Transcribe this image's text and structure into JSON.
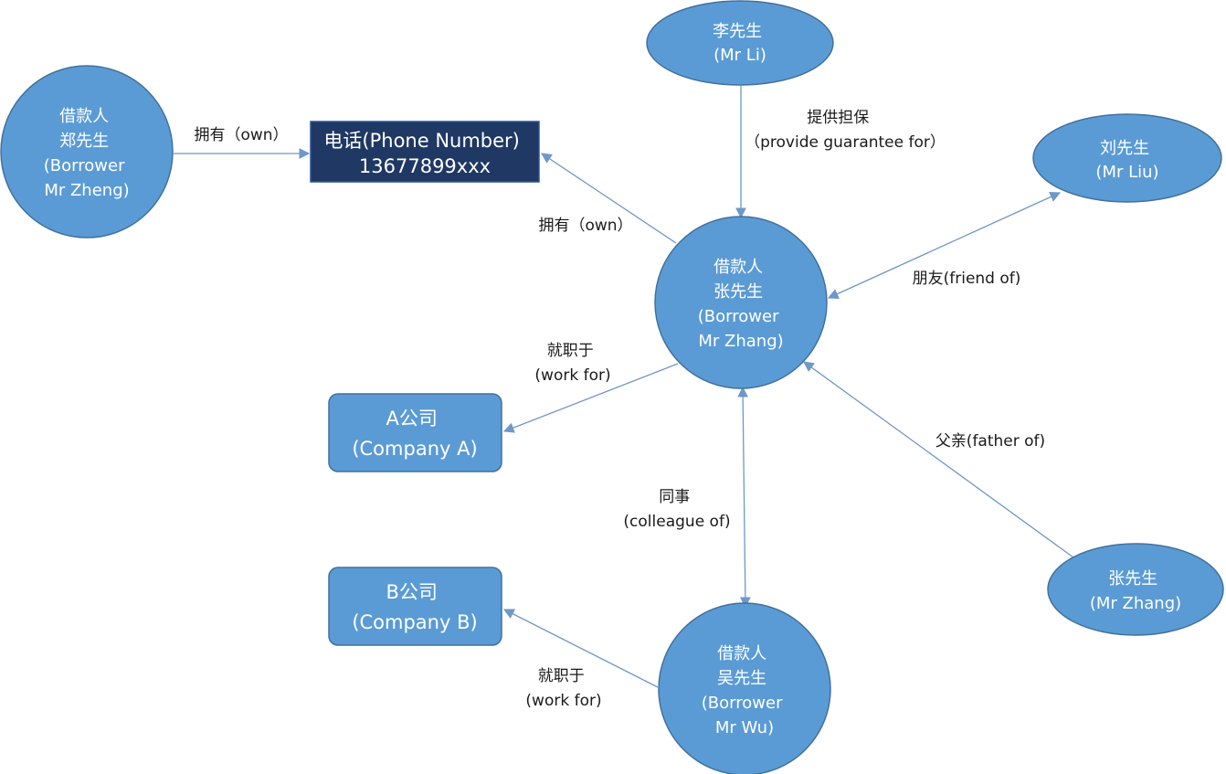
{
  "colors": {
    "node_fill": "#5b9bd5",
    "node_stroke": "#41719c",
    "phone_fill": "#1f3864",
    "phone_stroke": "#2f5597",
    "edge": "#6f97c7",
    "node_text": "#ffffff",
    "edge_text": "#1a1a1a"
  },
  "nodes": {
    "borrower_zheng": {
      "lines": [
        "借款人",
        "郑先生",
        "(Borrower",
        "Mr Zheng)"
      ]
    },
    "phone": {
      "lines": [
        "电话(Phone Number)",
        "13677899xxx"
      ]
    },
    "mr_li": {
      "lines": [
        "李先生",
        "(Mr Li)"
      ]
    },
    "mr_liu": {
      "lines": [
        "刘先生",
        "(Mr Liu)"
      ]
    },
    "borrower_zhang": {
      "lines": [
        "借款人",
        "张先生",
        "(Borrower",
        "Mr Zhang)"
      ]
    },
    "company_a": {
      "lines": [
        "A公司",
        "(Company A)"
      ]
    },
    "company_b": {
      "lines": [
        "B公司",
        "(Company B)"
      ]
    },
    "borrower_wu": {
      "lines": [
        "借款人",
        "吴先生",
        "(Borrower",
        "Mr Wu)"
      ]
    },
    "mr_zhang": {
      "lines": [
        "张先生",
        "(Mr Zhang)"
      ]
    }
  },
  "edges": {
    "zheng_phone": {
      "lines": [
        "拥有（own）"
      ]
    },
    "zhang_phone": {
      "lines": [
        "拥有（own）"
      ]
    },
    "li_zhang": {
      "lines": [
        "提供担保",
        "（provide guarantee for）"
      ]
    },
    "liu_zhang": {
      "lines": [
        "朋友(friend of)"
      ]
    },
    "zhang_companya": {
      "lines": [
        "就职于",
        "(work for)"
      ]
    },
    "colleague": {
      "lines": [
        "同事",
        "(colleague of)"
      ]
    },
    "father": {
      "lines": [
        "父亲(father of)"
      ]
    },
    "wu_companyb": {
      "lines": [
        "就职于",
        "(work for)"
      ]
    }
  }
}
